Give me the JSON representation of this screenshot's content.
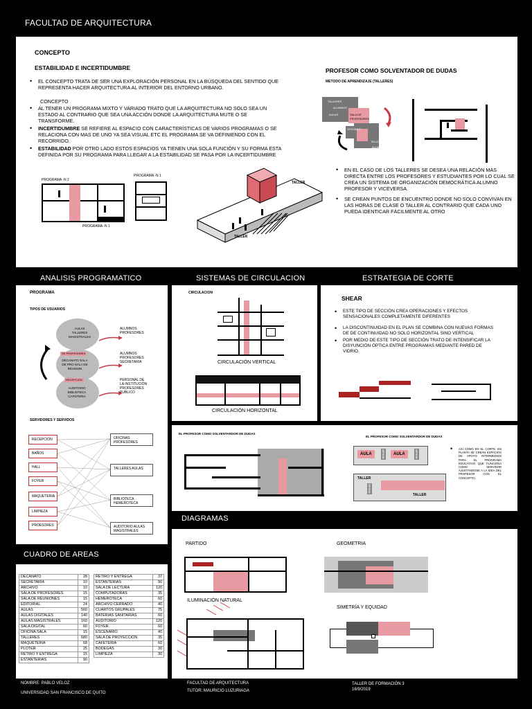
{
  "top": {
    "faculty": "FACULTAD DE ARQUITECTURA",
    "concept_heading": "CONCEPTO",
    "concept_subheading": "ESTABILIDAD E INCERTIDUMBRE",
    "bullet1": "EL CONCEPTO TRATA DE SER UNA EXPLORACIÓN PERSONAL EN LA BÚSQUEDA DEL SENTIDO QUE REPRESENTA HACER ARQUITECTURA AL INTERIOR DEL ENTORNO URBANO.",
    "concept_label2": "CONCEPTO",
    "bullet2": "AL TENER UN PROGRAMA MIXTO Y VARIADO TRATO QUE LA ARQUITECTURA NO SOLO SEA UN ESTADO AL CONTRARIO QUE SEA UNA ACCIÓN DONDE LA ARQUITECTURA MUTE O SE TRANSFORME.",
    "bullet3_bold": "INCERTIDUMBRE",
    "bullet3_rest": " SE REFIERE AL ESPACIO CON CARACTERÍSTICAS DE VARIOS PROGRAMAS O SE RELACIONA CON MAS DE UNO YA SEA VISUAL ETC EL PROGRAMA SE VA DEFINIENDO CON EL RECORRIDO.",
    "bullet4_bold": "ESTABILIDAD",
    "bullet4_rest": " POR OTRO LADO ESTOS ESPACIOS YA TIENEN UNA SOLA FUNCIÓN Y SU FORMA ESTA DEFINIDA POR SU PROGRAMA PARA LLEGAR A LA ESTABILIDAD SE PASA POR LA INCERTIDUMBRE",
    "programa_n2": "PROGRAMA -N 2",
    "programa_n1a": "PROGRAMA -N 1",
    "programa_n1b": "PROGRAMA -N 1",
    "taller1": "TALLER",
    "taller2": "TALLER",
    "profesor_heading": "PROFESOR COMO SOLVENTADOR DE DUDAS",
    "metodo": "METODO DE APRENDIZAJE (TALLERES)",
    "cube_labels": [
      "TALLERES",
      "ALUMNOS",
      "AULAS",
      "SALA DE PROFESORES",
      "OFICINA P",
      "TALLER",
      "ALUMNOS"
    ],
    "bullet5": "EN EL CASO DE LOS TALLERES SE DESEA UNA RELACIÓN MAS DIRECTA ENTRE LOS PROFESORES Y ESTUDIANTES POR LO CUAL SE CREA UN SISTEMA DE ORGANIZACIÓN DEMOCRÁTICA ALUMNO PROFESOR Y VICEVERSA.",
    "bullet6": "SE CREAN PUNTOS DE ENCUENTRO DONDE NO SOLO CONVIVAN EN LAS HORAS DE CLASE O TALLER AL CONTRARIO QUE CADA UNO PUEDA IDENTICAR FÁCILMENTE AL OTRO"
  },
  "headers": {
    "analisis": "ANALISIS PROGRAMATICO",
    "circulacion": "SISTEMAS DE CIRCULACION",
    "corte": "ESTRATEGIA DE CORTE",
    "diagramas": "DIAGRAMAS",
    "cuadro": "CUADRO DE AREAS"
  },
  "programa": {
    "title": "PROGRAMA",
    "tipos": "TIPOS DE USUARIOS",
    "circle1": "AULAS TALLERES MAGISTRALES",
    "circle2": "DECANATO SALA DE PRO SALA DE REUNION",
    "circle2_tag": "SE PROFESORES",
    "circle3": "AUDITORIO BIBLIOTECA CAFETERIA",
    "circle3_tag": "RECEPCION",
    "users1": "ALUMNOS PROFESORES",
    "users2": "ALUMNOS PROFESORES SECRETARIA",
    "users3": "PERSONAL DE LA INSTITUCIÓN PROFESORES PUBLICO",
    "servidores": "SERVIDORES Y SERVIDOS",
    "left": [
      "RECEPCIÓN",
      "BAÑOS",
      "HALL",
      "FOYER",
      "MAQUETERIA",
      "LIMPIEZA",
      "PROESORES"
    ],
    "right": [
      "OFICINAS PROFESORES",
      "TALLERES AULAS",
      "BIBLIOTECA HEMEROTECA",
      "AUDITORIO AULAS MAGISTRALES"
    ]
  },
  "circ": {
    "label": "CIRCULACION",
    "vertical": "CIRCULACIÓN VERTICAL",
    "horizontal": "CIRCULACIÓN HORIZONTAL"
  },
  "corte": {
    "title": "SHEAR",
    "b1": "ESTE TIPO DE SECCIÓN CREA OPERACIONES Y EFECTOS SENSACIONALES COMPLETAMENTE DIFERENTES",
    "b2": "LA DISCONTINUIDAD EN EL PLAN SE COMBINA CON NUEVAS FORMAS DE DE CONTINUIDAD NO SOLO HORIZONTAL SINO VERTICAL",
    "b3": "POR MEDIO DE ESTE TIPO DE SECCIÓN TRATO DE INTENSIFICAR LA DISYUNCIÓN ÓPTICA ENTRE PROGRAMAS MEDIANTE PARED DE VIDRIO."
  },
  "mid": {
    "profesor1": "EL PROFESOR COMO SOLVENTARDOR DE DUDAS",
    "profesor2": "EL PROFESOR COMO SOLVENTARDOR DE DUDAS",
    "aula1": "AULA",
    "aula2": "AULA",
    "ofic1": "OFICIN",
    "ofic2": "OFICIN",
    "ofic3": "OFICIN",
    "taller_a": "TALLER",
    "taller_b": "TALLER",
    "corte_text": "ASÍ COMO EN EL CORTE, EN PLANTA SE CREAN ESPACIOS DE APOYO INTERMEDIOS PARA EL PROGRAMA EDUCATIVO QUE FUNCIONA COMO SERVIDOR AJUSTÁNDOSE A LA IDEA DEL PROFESOR CON EL CONCEPTO."
  },
  "diagramas": {
    "partido": "PARTIDO",
    "geometria": "GEOMETRIA",
    "iluminacion": "ILUMINACIÓN NATURAL",
    "simetria": "SIMETRÍA Y EQUIDAD"
  },
  "areas": {
    "left": [
      [
        "DECANATO",
        "28"
      ],
      [
        "SECRETARIA",
        "10"
      ],
      [
        "ARCHIVO",
        "10"
      ],
      [
        "SALA DE  PROFESORES",
        "15"
      ],
      [
        "SALA DE REUNIONES",
        "15"
      ],
      [
        "EDITORIAL",
        "24"
      ],
      [
        "AULAS",
        "560"
      ],
      [
        "AULAS DIGITALES",
        "140"
      ],
      [
        "AULAS MAGISTRALES",
        "160"
      ],
      [
        "SALA DIGITAL",
        "60"
      ],
      [
        "OFICINA SALA",
        "15"
      ],
      [
        "TALLERES",
        "680"
      ],
      [
        "MAQUETERIA",
        "68"
      ],
      [
        "PLOTER",
        "25"
      ],
      [
        "RETIRO Y ENTREGA",
        "15"
      ],
      [
        "ESTANTERIAS",
        "90"
      ]
    ],
    "right": [
      [
        "RETIRO Y ENTREGA",
        "37"
      ],
      [
        "ESTANTERIAS",
        "90"
      ],
      [
        "SALA DE LECTURA",
        "120"
      ],
      [
        "COMPUTADORAS",
        "35"
      ],
      [
        "HEMEROTECA",
        "60"
      ],
      [
        "ARCHIVO CERRADO",
        "40"
      ],
      [
        "CUARTOS GRUPALES",
        "75"
      ],
      [
        "BATERIAS SANITARIAS",
        "60"
      ],
      [
        "AUDITORIO",
        "120"
      ],
      [
        "FOYER",
        "60"
      ],
      [
        "ESCENARIO",
        "40"
      ],
      [
        "SALA DE PROYECCION",
        "35"
      ],
      [
        "CAFETERIA",
        "60"
      ],
      [
        "BODEGAS",
        "30"
      ],
      [
        "LIMPIEZA",
        "30"
      ]
    ]
  },
  "footer": {
    "nombre": "NOMBRE:  PABLO VELOZ",
    "universidad": "UNIVERSIDAD SAN FRANCISCO DE QUITO",
    "facultad": "FACULTAD DE ARQUITECTURA",
    "tutor": "TUTOR: MAURICIO LUZURIAGA",
    "taller": "TALLER DE FORMACIÓN 3",
    "fecha": "16/9/2019"
  }
}
